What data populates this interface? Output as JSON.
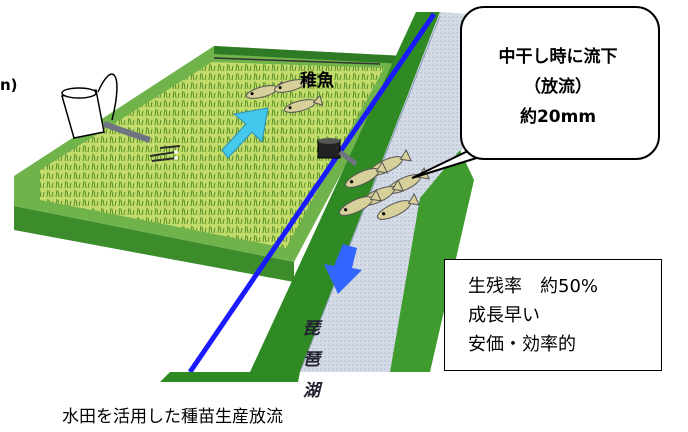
{
  "labels": {
    "fry": "稚魚",
    "left_edge_fragment": "n)",
    "lake_chars": [
      "琵",
      "琶",
      "湖"
    ]
  },
  "callout": {
    "line1": "中干し時に流下",
    "line2": "（放流）",
    "line3": "約20mm"
  },
  "info_box": {
    "line1": "生残率　約50%",
    "line2": "成長早い",
    "line3": "安価・効率的"
  },
  "caption": "水田を活用した種苗生産放流",
  "colors": {
    "paddy_field": "#b9d75a",
    "embankment": "#3f9b2e",
    "canal_water": "#cfd8e8",
    "canal_line": "#1a1aff",
    "arrow_cyan": "#45c8ee",
    "arrow_blue": "#3366ff",
    "fish": "#d8d09a"
  }
}
